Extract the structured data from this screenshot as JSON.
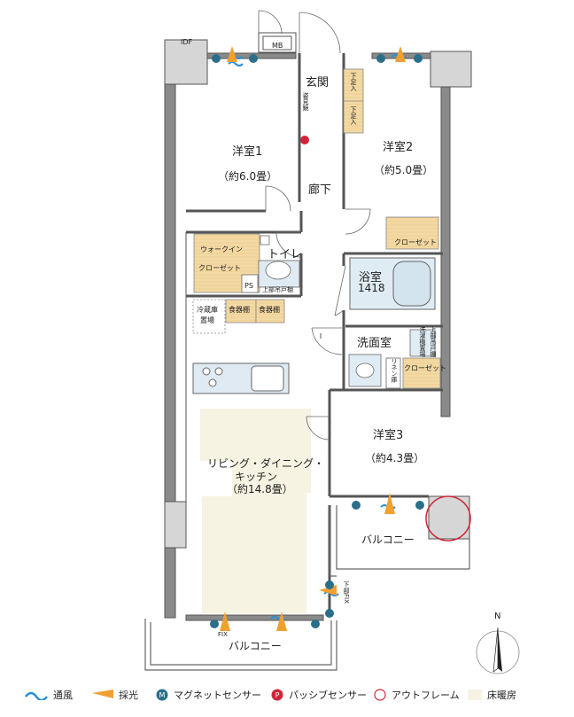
{
  "rooms": {
    "western1": {
      "title": "洋室1",
      "area": "（約6.0畳）"
    },
    "western2": {
      "title": "洋室2",
      "area": "（約5.0畳）"
    },
    "western3": {
      "title": "洋室3",
      "area": "（約4.3畳）"
    },
    "ldk": {
      "line1": "リビング・ダイニング・",
      "line2": "キッチン",
      "area": "（約14.8畳）"
    },
    "entrance": "玄関",
    "hallway": "廊下",
    "toilet": "トイレ",
    "bath": {
      "title": "浴室",
      "size": "1418"
    },
    "washroom": "洗面室",
    "balcony_east": "バルコニー",
    "balcony_south": "バルコニー"
  },
  "fixtures": {
    "idf": "IDF",
    "mb": "MB",
    "walkin1": "ウォークイン",
    "walkin2": "クローゼット",
    "closet_r2": "クローゼット",
    "closet_wash": "クローゼット",
    "ps": "PS",
    "toilet_shelf": "上部吊戸棚",
    "fridge1": "冷蔵庫",
    "fridge2": "置場",
    "dish1": "食器棚",
    "dish2": "食器棚",
    "shoe1": "下足入",
    "shoe2": "下足入",
    "mirror": "姿見鏡",
    "linen": "リネン庫",
    "wash_shelf": "上部吊戸棚",
    "wash_machine": "洗濯機置場",
    "lower_fix": "下部FIX",
    "fix": "FIX"
  },
  "legend": {
    "ventilation": "通風",
    "daylight": "採光",
    "magnet": "マグネットセンサー",
    "passive": "パッシブセンサー",
    "outframe": "アウトフレーム",
    "floorheat": "床暖房"
  },
  "compass": {
    "north": "N"
  },
  "colors": {
    "wall": "#555555",
    "closet": "#f3d9a4",
    "floor_heat": "#f6f3e2",
    "vent_blue": "#2a8fd4",
    "light_orange": "#f0a030",
    "magnet_teal": "#2a6f8a",
    "passive_red": "#d0253a",
    "outframe_red": "#d0253a"
  }
}
